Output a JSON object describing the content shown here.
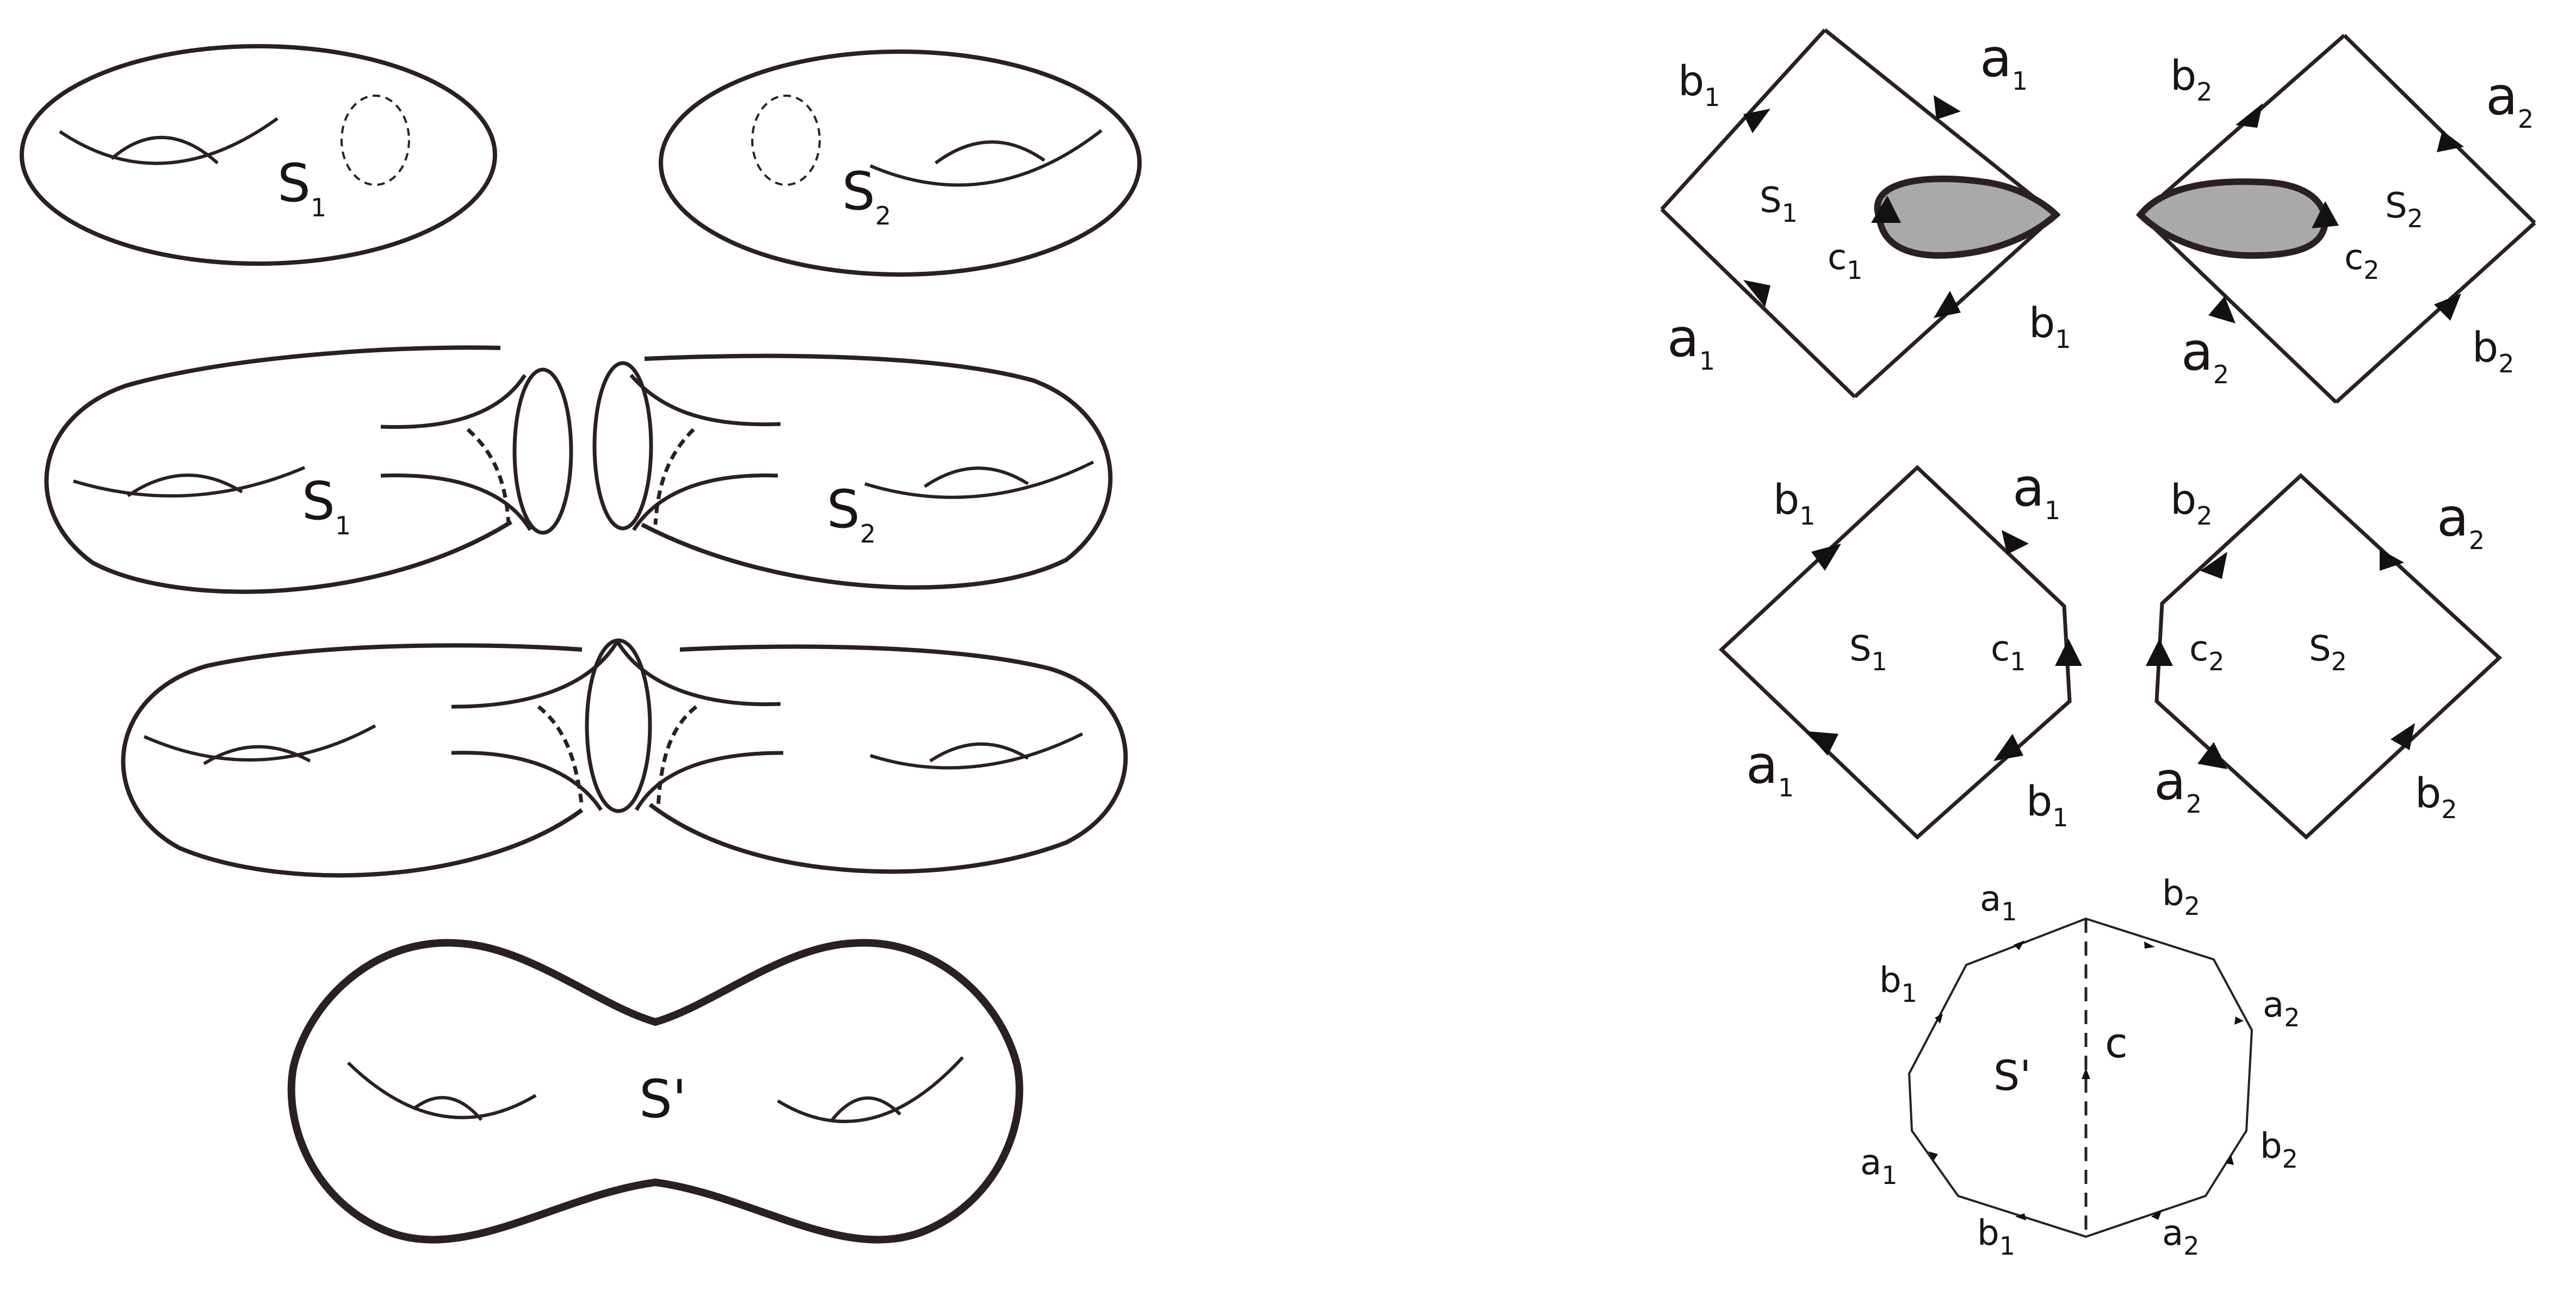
{
  "figure": {
    "left": {
      "row1": {
        "surface_a": "S",
        "surface_a_sub": "1",
        "surface_b": "S",
        "surface_b_sub": "2"
      },
      "row2": {
        "surface_a": "S",
        "surface_a_sub": "1",
        "surface_b": "S",
        "surface_b_sub": "2"
      },
      "row4": {
        "surface": "S'"
      }
    },
    "right": {
      "top_left_square": {
        "b": "b",
        "b_sub": "1",
        "a": "a",
        "a_sub": "1",
        "a_low": "a",
        "a_low_sub": "1",
        "b_low": "b",
        "b_low_sub": "1",
        "surface": "S",
        "surface_sub": "1",
        "c": "c",
        "c_sub": "1"
      },
      "top_right_square": {
        "b": "b",
        "b_sub": "2",
        "a": "a",
        "a_sub": "2",
        "a_low": "a",
        "a_low_sub": "2",
        "b_low": "b",
        "b_low_sub": "2",
        "surface": "S",
        "surface_sub": "2",
        "c": "c",
        "c_sub": "2"
      },
      "mid_left_shape": {
        "b": "b",
        "b_sub": "1",
        "a": "a",
        "a_sub": "1",
        "a_low": "a",
        "a_low_sub": "1",
        "b_low": "b",
        "b_low_sub": "1",
        "surface": "S",
        "surface_sub": "1",
        "c": "c",
        "c_sub": "1"
      },
      "mid_right_shape": {
        "b": "b",
        "b_sub": "2",
        "a": "a",
        "a_sub": "2",
        "a_low": "a",
        "a_low_sub": "2",
        "b_low": "b",
        "b_low_sub": "2",
        "surface": "S",
        "surface_sub": "2",
        "c": "c",
        "c_sub": "2"
      },
      "octagon": {
        "edge_labels": [
          {
            "t": "a",
            "s": "1"
          },
          {
            "t": "b",
            "s": "2"
          },
          {
            "t": "b",
            "s": "1"
          },
          {
            "t": "a",
            "s": "2"
          },
          {
            "t": "a",
            "s": "1"
          },
          {
            "t": "b",
            "s": "2"
          },
          {
            "t": "b",
            "s": "1"
          },
          {
            "t": "a",
            "s": "2"
          }
        ],
        "surface": "S'",
        "cut": "c"
      }
    }
  }
}
